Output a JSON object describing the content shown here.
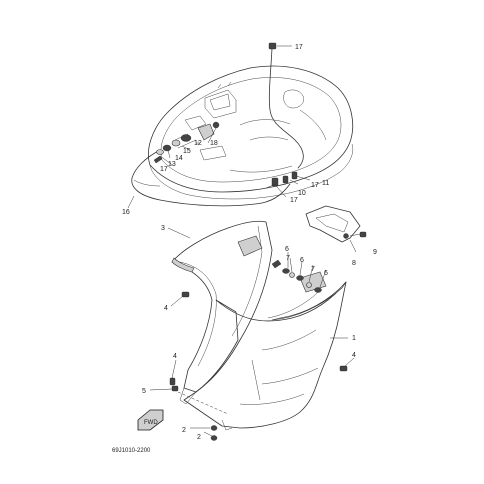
{
  "diagram": {
    "drawing_code": "69J1010-2200",
    "fwd_label": "FWD",
    "labels": {
      "p1": "1",
      "p2a": "2",
      "p2b": "2",
      "p3": "3",
      "p4a": "4",
      "p4b": "4",
      "p4c": "4",
      "p5": "5",
      "p6a": "6",
      "p6b": "6",
      "p6c": "6",
      "p7a": "7",
      "p7b": "7",
      "p8": "8",
      "p9": "9",
      "p10": "10",
      "p11": "11",
      "p12": "12",
      "p13": "13",
      "p14": "14",
      "p15": "15",
      "p16": "16",
      "p17a": "17",
      "p17b": "17",
      "p17c": "17",
      "p17d": "17",
      "p18": "18"
    }
  }
}
